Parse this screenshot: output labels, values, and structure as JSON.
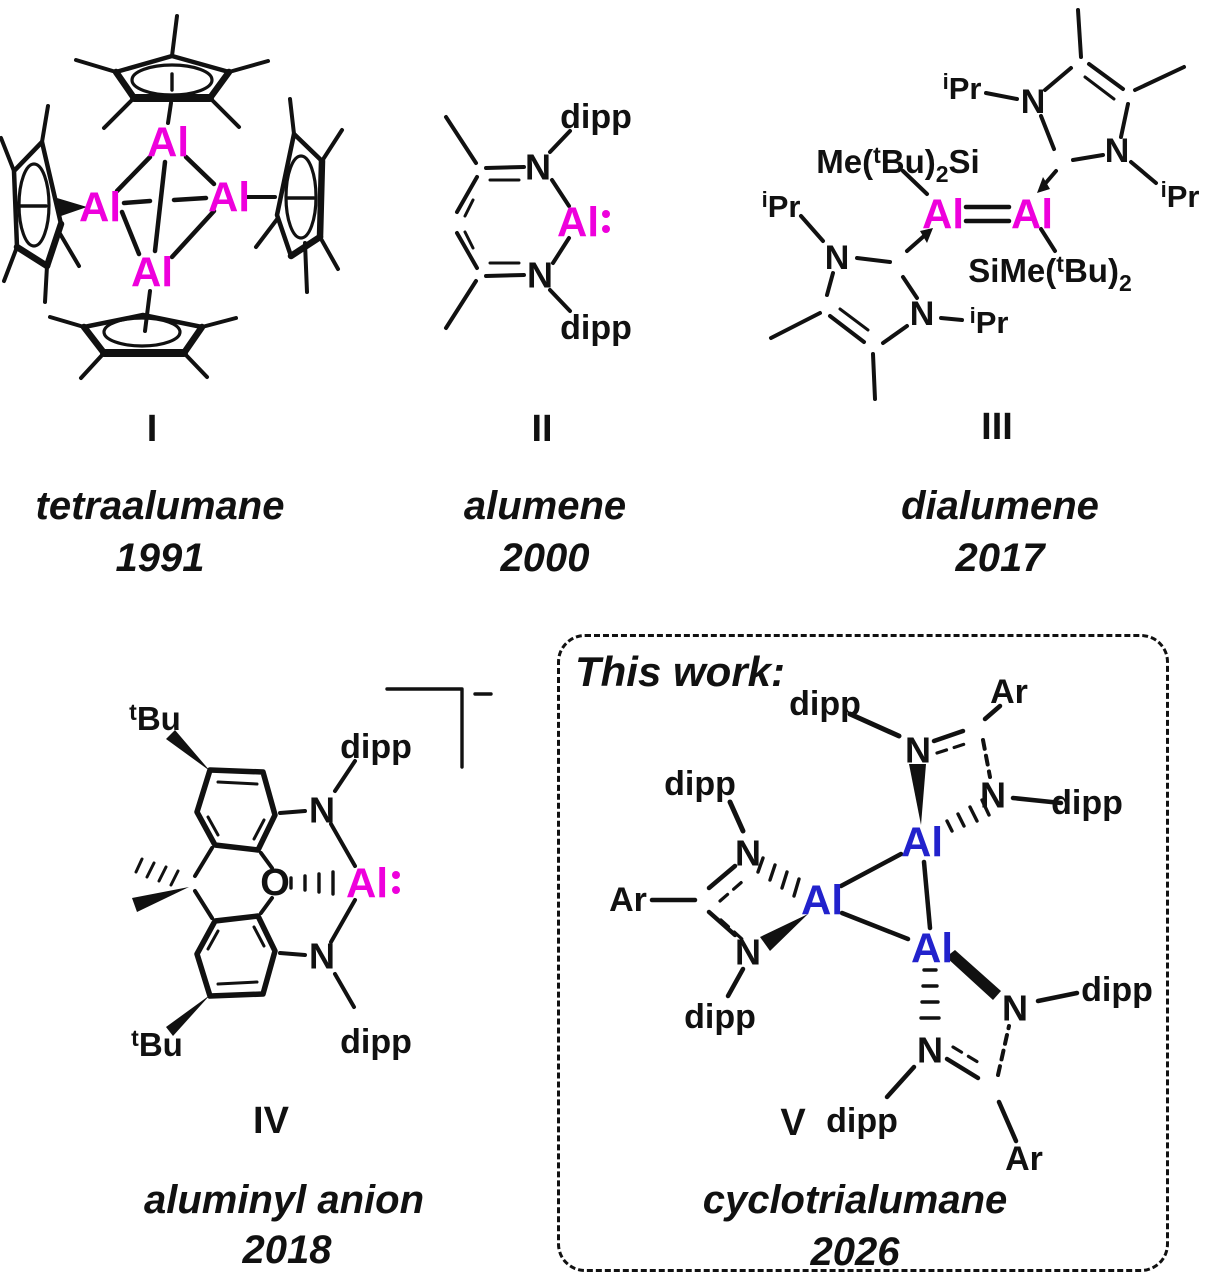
{
  "colors": {
    "magenta": "#ee00dc",
    "blue": "#2222cc",
    "ink": "#111111"
  },
  "atoms": {
    "al": "Al",
    "n": "N",
    "o": "O",
    "dipp": "dipp",
    "ar": "Ar",
    "minus": "−",
    "ipr": [
      "i",
      "Pr"
    ],
    "tbu": [
      "t",
      "Bu"
    ],
    "si_left": [
      "Me(",
      "t",
      "Bu)",
      "2",
      "Si"
    ],
    "si_right": [
      "SiMe(",
      "t",
      "Bu)",
      "2"
    ]
  },
  "structures": {
    "s1": {
      "numeral": "I",
      "name": "tetraalumane",
      "year": "1991"
    },
    "s2": {
      "numeral": "II",
      "name": "alumene",
      "year": "2000"
    },
    "s3": {
      "numeral": "III",
      "name": "dialumene",
      "year": "2017"
    },
    "s4": {
      "numeral": "IV",
      "name": "aluminyl anion",
      "year": "2018"
    },
    "s5": {
      "numeral": "V",
      "name": "cyclotrialumane",
      "year": "2026"
    }
  },
  "box": {
    "title": "This work:"
  }
}
